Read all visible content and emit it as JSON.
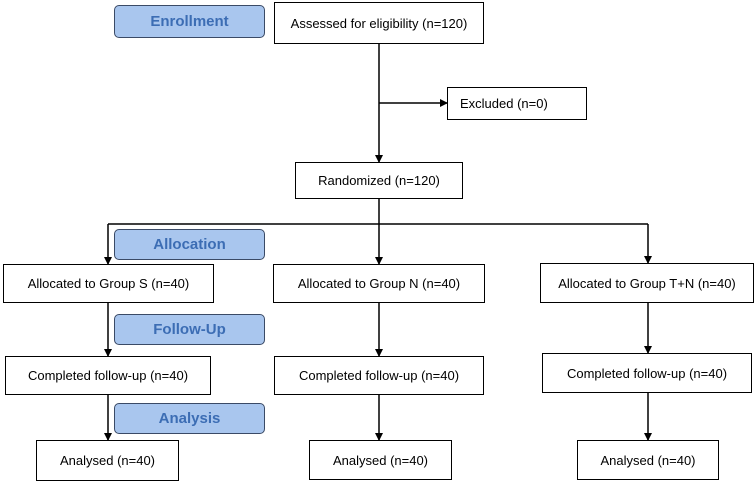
{
  "stages": {
    "enrollment": "Enrollment",
    "allocation": "Allocation",
    "follow_up": "Follow-Up",
    "analysis": "Analysis"
  },
  "enrollment": {
    "assessed": "Assessed for eligibility (n=120)",
    "excluded": "Excluded (n=0)",
    "randomized": "Randomized (n=120)"
  },
  "groups": [
    {
      "allocated": "Allocated to Group S (n=40)",
      "followup": "Completed follow-up (n=40)",
      "analysed": "Analysed (n=40)"
    },
    {
      "allocated": "Allocated to Group N (n=40)",
      "followup": "Completed follow-up (n=40)",
      "analysed": "Analysed (n=40)"
    },
    {
      "allocated": "Allocated to Group T+N (n=40)",
      "followup": "Completed follow-up (n=40)",
      "analysed": "Analysed (n=40)"
    }
  ],
  "colors": {
    "stage_fill": "#a9c6ee",
    "stage_text": "#3c6db4",
    "line": "#000000"
  }
}
